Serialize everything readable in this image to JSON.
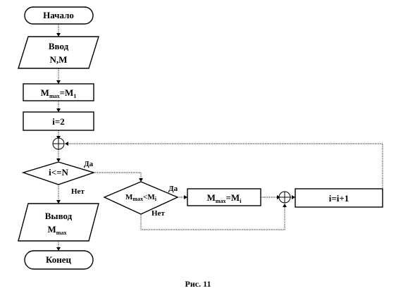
{
  "flowchart": {
    "start": "Начало",
    "input": {
      "line1": "Ввод",
      "line2": "N,M"
    },
    "assign_max": {
      "base": "M",
      "sub1": "max",
      "eq": "=M",
      "sub2": "1"
    },
    "assign_i": "i=2",
    "cond_loop": "i<=N",
    "yes_label": "Да",
    "no_label": "Нет",
    "cond_compare": {
      "base": "M",
      "sub1": "max",
      "lt": "<M",
      "sub2": "i"
    },
    "update_max": {
      "base": "M",
      "sub1": "max",
      "eq": "=M",
      "sub2": "i"
    },
    "increment": "i=i+1",
    "output": {
      "line1": "Вывод",
      "base": "M",
      "sub": "max"
    },
    "end": "Конец"
  },
  "caption": "Рис. 11"
}
